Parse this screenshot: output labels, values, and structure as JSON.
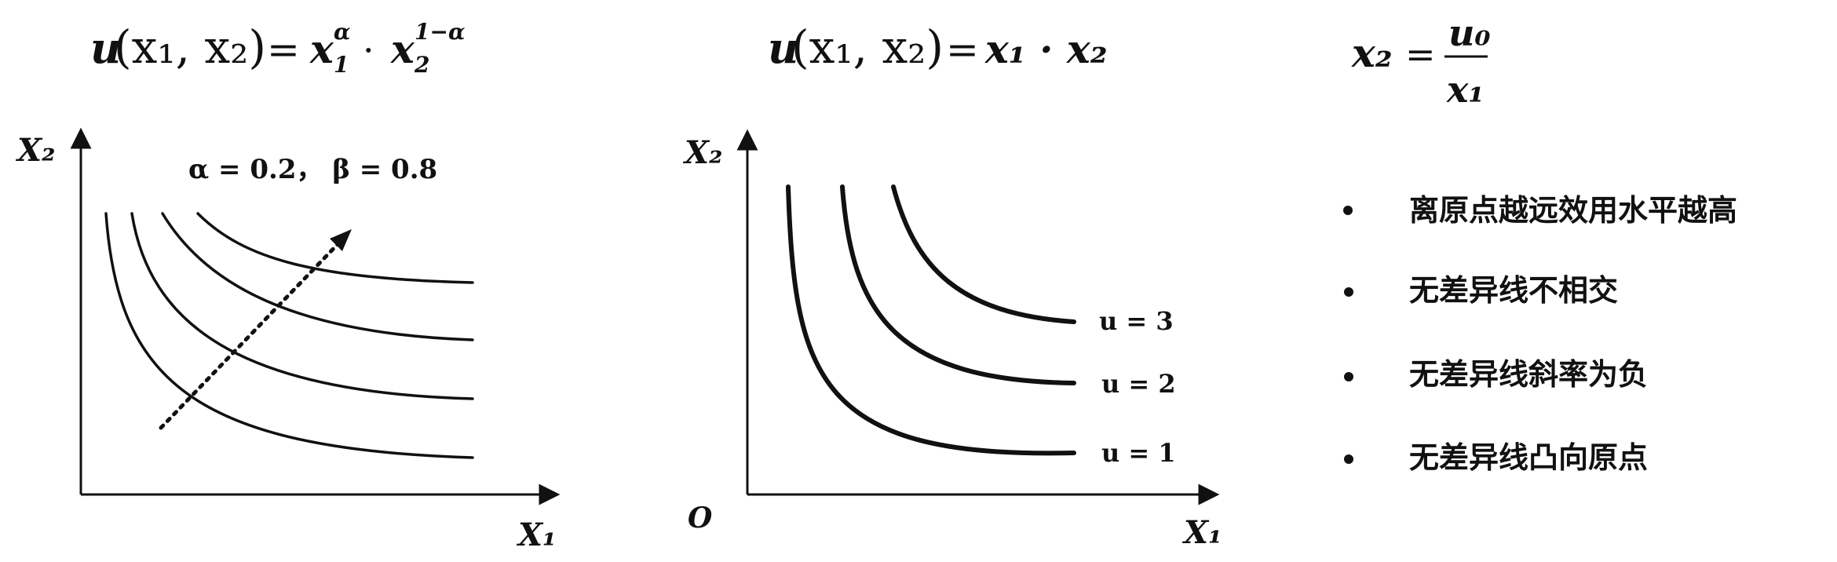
{
  "formulas": {
    "left": {
      "lhs": "u",
      "args": "(x₁, x₂)",
      "eq": "=",
      "rhs_base1": "x",
      "rhs_sub1": "1",
      "rhs_sup1": "α",
      "dot": "·",
      "rhs_base2": "x",
      "rhs_sub2": "2",
      "rhs_sup2": "1−α"
    },
    "middle": {
      "lhs": "u",
      "args": "(x₁, x₂)",
      "eq": "=",
      "rhs": "x₁ · x₂"
    },
    "right": {
      "lhs": "x₂",
      "eq": "=",
      "numerator": "u₀",
      "denominator": "x₁"
    }
  },
  "left_chart": {
    "y_axis_label": "X₂",
    "x_axis_label": "X₁",
    "params": "α = 0.2， β = 0.8"
  },
  "middle_chart": {
    "y_axis_label": "X₂",
    "x_axis_label": "X₁",
    "origin_label": "O"
  },
  "chart_data": {
    "type": "line",
    "series": [
      {
        "name": "u = 1",
        "x": [
          0.2,
          0.25,
          0.33,
          0.5,
          1,
          2,
          3,
          4,
          5
        ],
        "values": [
          5,
          4,
          3,
          2,
          1,
          0.5,
          0.33,
          0.25,
          0.2
        ]
      },
      {
        "name": "u = 2",
        "x": [
          0.4,
          0.5,
          0.67,
          1,
          2,
          3,
          4,
          5
        ],
        "values": [
          5,
          4,
          3,
          2,
          1,
          0.67,
          0.5,
          0.4
        ]
      },
      {
        "name": "u = 3",
        "x": [
          0.6,
          0.75,
          1,
          1.5,
          2,
          3,
          4,
          5
        ],
        "values": [
          5,
          4,
          3,
          2,
          1.5,
          1,
          0.75,
          0.6
        ]
      }
    ],
    "title": "",
    "xlabel": "X₁",
    "ylabel": "X₂"
  },
  "properties": [
    "离原点越远效用水平越高",
    "无差异线不相交",
    "无差异线斜率为负",
    "无差异线凸向原点"
  ]
}
